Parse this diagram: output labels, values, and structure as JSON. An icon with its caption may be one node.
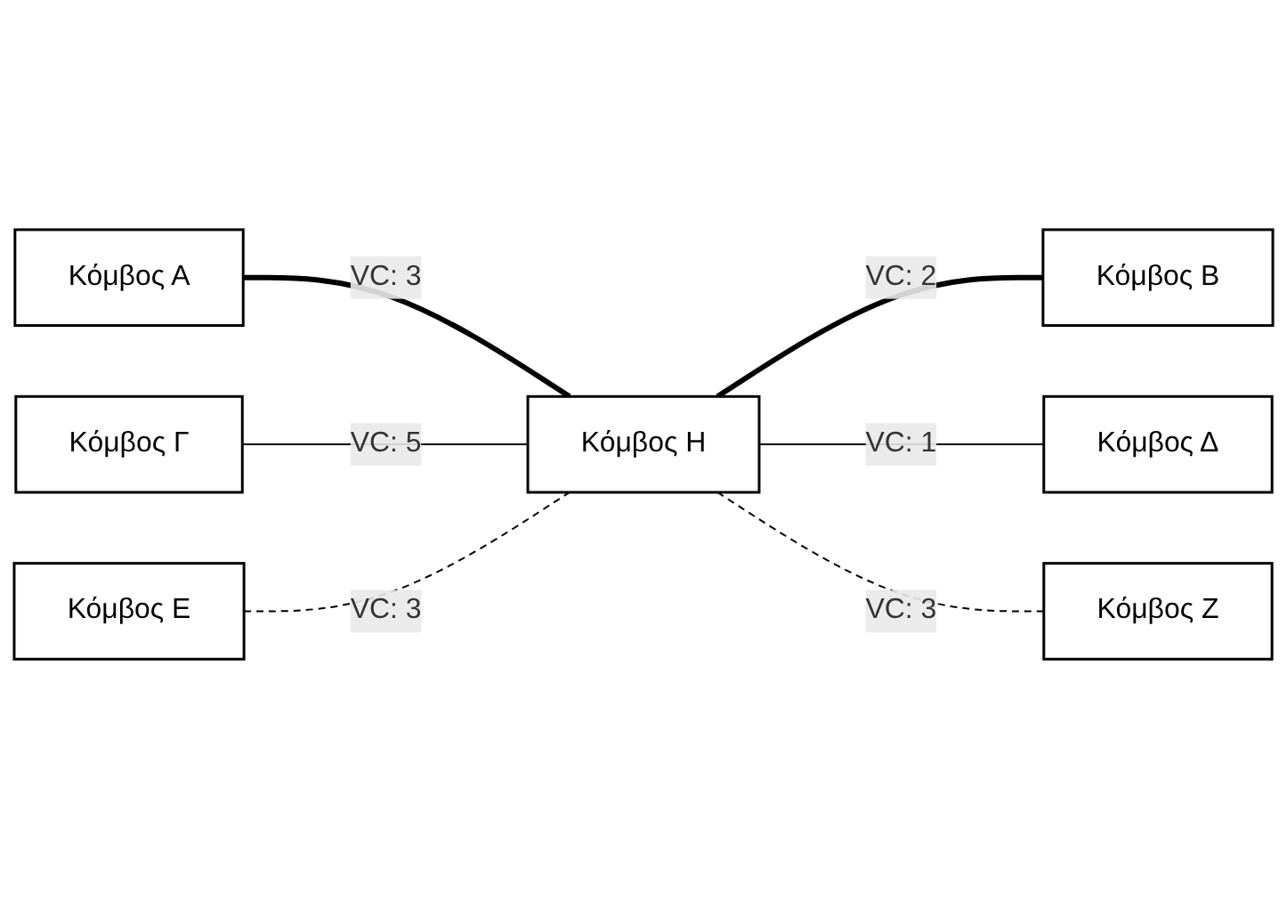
{
  "diagram": {
    "nodes": [
      {
        "text": [
          "Κόμβος Α"
        ]
      },
      {
        "text": [
          "Κόμβος Β"
        ]
      },
      {
        "text": [
          "Κόμβος Γ"
        ]
      },
      {
        "text": [
          "Κόμβος Η"
        ]
      },
      {
        "text": [
          "Κόμβος Δ"
        ]
      },
      {
        "text": [
          "Κόμβος Ε"
        ]
      },
      {
        "text": [
          "Κόμβος Ζ"
        ]
      }
    ],
    "edges": [
      {
        "from": 0,
        "to": 3,
        "arrow": "none",
        "label": "VC: 3",
        "style": "thick"
      },
      {
        "from": 3,
        "to": 1,
        "arrow": "none",
        "label": "VC: 2",
        "style": "thick"
      },
      {
        "from": 2,
        "to": 3,
        "arrow": "none",
        "label": "VC: 5"
      },
      {
        "from": 3,
        "to": 4,
        "arrow": "none",
        "label": "VC: 1"
      },
      {
        "from": 5,
        "to": 3,
        "arrow": "none",
        "label": "VC: 3",
        "style": "dashed"
      },
      {
        "from": 3,
        "to": 6,
        "arrow": "none",
        "label": "VC: 3",
        "style": "dashed"
      }
    ]
  }
}
